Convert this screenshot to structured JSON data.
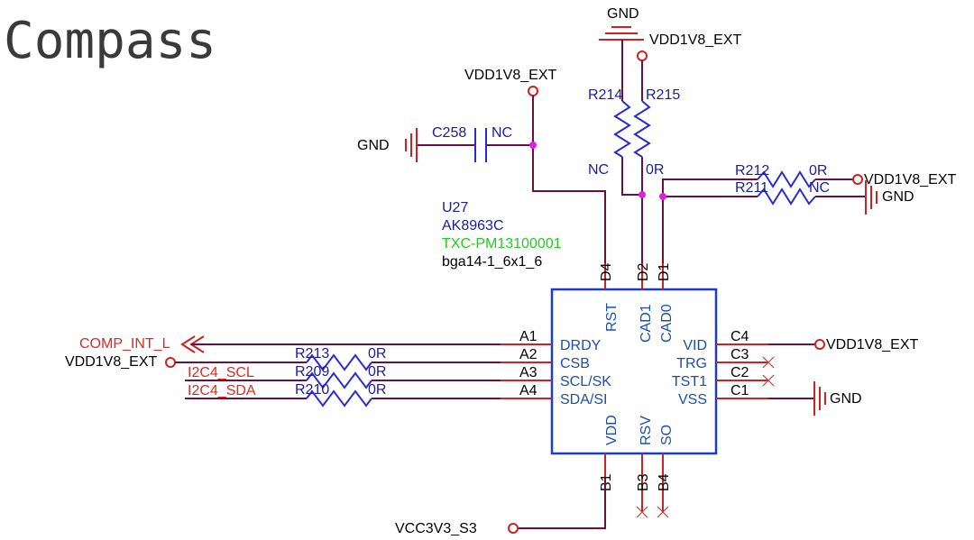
{
  "title": "Compass",
  "chip": {
    "ref": "U27",
    "part": "AK8963C",
    "code": "TXC-PM13100001",
    "package": "bga14-1_6x1_6",
    "pins_left": [
      {
        "num": "A1",
        "name": "DRDY"
      },
      {
        "num": "A2",
        "name": "CSB"
      },
      {
        "num": "A3",
        "name": "SCL/SK"
      },
      {
        "num": "A4",
        "name": "SDA/SI"
      }
    ],
    "pins_right": [
      {
        "num": "C4",
        "name": "VID"
      },
      {
        "num": "C3",
        "name": "TRG"
      },
      {
        "num": "C2",
        "name": "TST1"
      },
      {
        "num": "C1",
        "name": "VSS"
      }
    ],
    "pins_top": [
      {
        "num": "D4",
        "name": "RST"
      },
      {
        "num": "D2",
        "name": "CAD1"
      },
      {
        "num": "D1",
        "name": "CAD0"
      }
    ],
    "pins_bottom": [
      {
        "num": "B1",
        "name": "VDD"
      },
      {
        "num": "B3",
        "name": "RSV"
      },
      {
        "num": "B4",
        "name": "SO"
      }
    ]
  },
  "nets": {
    "gnd": "GND",
    "vdd": "VDD1V8_EXT",
    "vcc": "VCC3V3_S3",
    "comp_int": "COMP_INT_L",
    "scl": "I2C4_SCL",
    "sda": "I2C4_SDA"
  },
  "parts": {
    "c258": {
      "ref": "C258",
      "value": "NC"
    },
    "r214": {
      "ref": "R214",
      "value": "NC"
    },
    "r215": {
      "ref": "R215",
      "value": "0R"
    },
    "r212": {
      "ref": "R212",
      "value": "0R"
    },
    "r211": {
      "ref": "R211",
      "value": "NC"
    },
    "r213": {
      "ref": "R213",
      "value": "0R"
    },
    "r209": {
      "ref": "R209",
      "value": "0R"
    },
    "r210": {
      "ref": "R210",
      "value": "0R"
    }
  }
}
